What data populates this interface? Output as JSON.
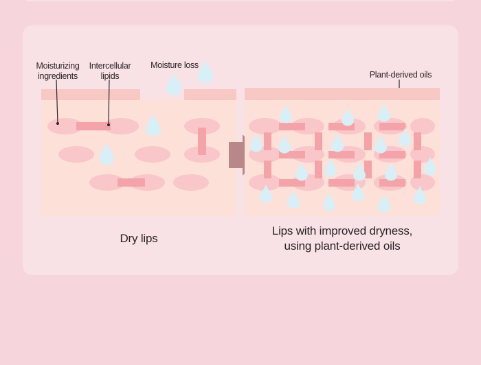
{
  "labels": {
    "moisturizing_ingredients_1": "Moisturizing",
    "moisturizing_ingredients_2": "ingredients",
    "intercellular_lipids_1": "Intercellular",
    "intercellular_lipids_2": "lipids",
    "moisture_loss": "Moisture loss",
    "plant_derived_oils": "Plant-derived oils"
  },
  "captions": {
    "dry_lips": "Dry lips",
    "improved_1": "Lips with improved dryness,",
    "improved_2": "using plant-derived oils"
  },
  "colors": {
    "background": "#f6d6dc",
    "panel": "#f8e2e6",
    "skin": "#fde0d8",
    "skin_top": "#f8c8c4",
    "cell": "#f9c6c9",
    "lipid": "#f4a4a8",
    "drop": "#d7eff6",
    "arrow": "#b8878a"
  }
}
